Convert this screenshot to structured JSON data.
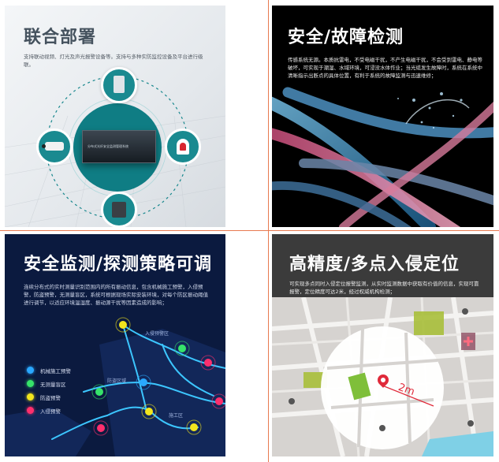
{
  "panels": {
    "deploy": {
      "title": "联合部署",
      "description": "支持联动视频、灯光及声光报警设备等。支持与多种实防监控设备及平台进行级联。",
      "device_label": "分布式光纤安全监测管理系统"
    },
    "fault": {
      "title": "安全/故障检测",
      "description": "传感系统无源。本质抗雷电，不受电磁干扰，不产生电磁干扰，不会受到雷电、静电等破坏，可实现于潮湿、水域环境，可浸没水体作业；当光缆发生故障时，系统在系统中清晰指示出断点的具体位置，有利于系统的故障监测与迅速维修；"
    },
    "monitor": {
      "title": "安全监测/探测策略可调",
      "description": "连续分布式的实时测量识别范围内的所有振动信息，包含机械施工预警，入侵预警，防盗预警，无测量盲区，系统可根据现场实际安装环境，对每个防区振动阈值进行调节，以适应环境温湿度、振动源干扰等因素造成的影响；",
      "legend": [
        {
          "label": "机械施工预警",
          "color": "#2aa8ff"
        },
        {
          "label": "无测量盲区",
          "color": "#36e36a"
        },
        {
          "label": "防盗预警",
          "color": "#f2e51d"
        },
        {
          "label": "入侵预警",
          "color": "#ff2f6d"
        }
      ]
    },
    "locate": {
      "title": "高精度/多点入侵定位",
      "description": "可实现多点同时入侵定位报警监测，从实时监测数据中获取有价值的信息，实现可靠报警，定位精度可达2米，经过权威机构检测；",
      "distance_label": "2m"
    }
  },
  "icons": {
    "camera": "camera-icon",
    "alarm_light": "alarm-light-icon",
    "sensor_box": "sensor-box-icon",
    "server": "server-icon",
    "map_pin": "map-pin-icon"
  },
  "colors": {
    "teal": "#15848a",
    "divider": "#e87a50",
    "pin_red": "#e02a3a"
  }
}
